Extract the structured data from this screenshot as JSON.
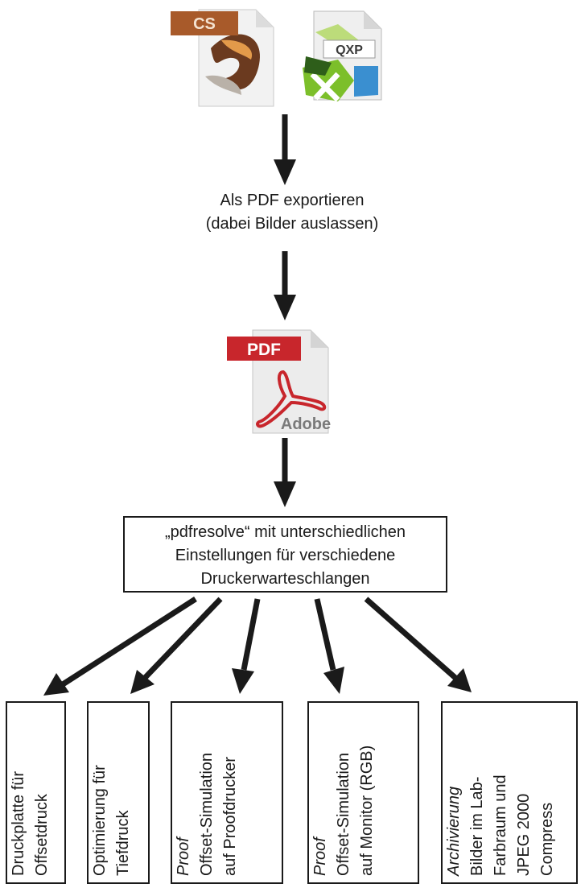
{
  "icons": {
    "cs_badge": "CS",
    "qxp_badge": "QXP",
    "pdf_badge": "PDF",
    "adobe_label": "Adobe"
  },
  "step_export": {
    "line1": "Als PDF exportieren",
    "line2": "(dabei Bilder auslassen)"
  },
  "process": {
    "line1": "„pdfresolve“ mit unterschiedlichen",
    "line2": "Einstellungen für verschiedene",
    "line3": "Druckerwarteschlangen"
  },
  "outputs": [
    {
      "tag": "",
      "lines": [
        "Druckplatte für",
        "Offsetdruck"
      ]
    },
    {
      "tag": "",
      "lines": [
        "Optimierung für",
        "Tiefdruck"
      ]
    },
    {
      "tag": "Proof",
      "lines": [
        "Offset-Simulation",
        "auf Proofdrucker"
      ]
    },
    {
      "tag": "Proof",
      "lines": [
        "Offset-Simulation",
        "auf Monitor (RGB)"
      ]
    },
    {
      "tag": "Archivierung",
      "lines": [
        "Bilder im Lab-",
        "Farbraum und",
        "JPEG 2000",
        "Compress"
      ]
    }
  ],
  "colors": {
    "cs_brown": "#a85a2a",
    "pdf_red": "#c8262c",
    "qxp_green": "#7cbf2a",
    "qxp_blue": "#3a8fd0",
    "arrow": "#1a1a1a"
  }
}
